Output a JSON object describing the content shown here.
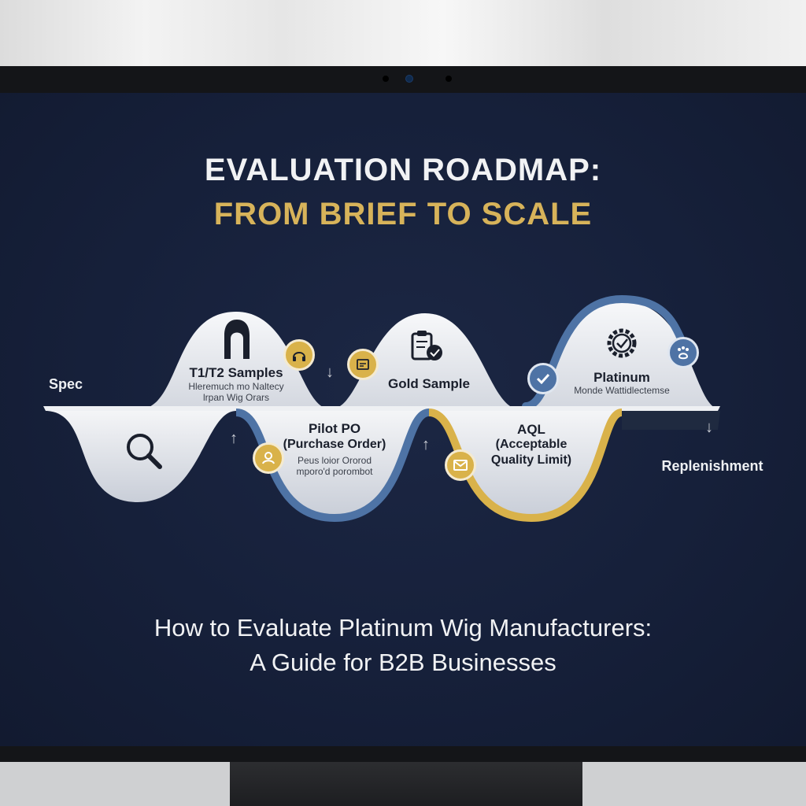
{
  "title": {
    "line1": "EVALUATION ROADMAP:",
    "line2": "FROM BRIEF TO SCALE"
  },
  "subtitle": {
    "line1": "How to Evaluate Platinum Wig Manufacturers:",
    "line2": "A Guide for B2B Businesses"
  },
  "colors": {
    "gold": "#d9b24a",
    "blue": "#4e73a5",
    "navy": "#16203a"
  },
  "stages": {
    "spec": {
      "label": "Spec",
      "icon": "magnifier-icon"
    },
    "samples": {
      "label": "T1/T2 Samples",
      "line1": "Hleremuch mo Naltecy",
      "line2": "lrpan Wig Orars",
      "icon": "wig-icon",
      "badge_icon": "headphones-icon"
    },
    "pilot": {
      "label1": "Pilot PO",
      "label2": "(Purchase Order)",
      "line1": "Peus loior Ororod",
      "line2": "mporo'd porombot",
      "badge_icon": "person-icon"
    },
    "gold": {
      "label": "Gold Sample",
      "icon": "clipboard-check-icon",
      "badge_icon": "box-icon"
    },
    "aql": {
      "label1": "AQL",
      "label2": "(Acceptable",
      "label3": "Quality Limit)",
      "badge_icon": "mail-icon"
    },
    "platinum": {
      "label": "Platinum",
      "line1": "Monde Wattidlectemse",
      "icon": "gear-check-icon",
      "badge_icon": "check-icon",
      "badge2_icon": "paw-icon"
    },
    "replenishment": {
      "label": "Replenishment"
    }
  }
}
